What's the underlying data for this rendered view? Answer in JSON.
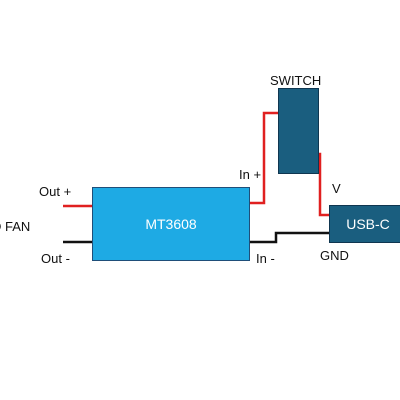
{
  "colors": {
    "mt3608_fill": "#1eaae4",
    "switch_fill": "#1a5e7f",
    "usbc_fill": "#1a5e7f",
    "wire_positive": "#e02020",
    "wire_ground": "#111111"
  },
  "blocks": {
    "mt3608": "MT3608",
    "switch": "SWITCH",
    "usbc": "USB-C"
  },
  "labels": {
    "fan": "D FAN",
    "out_plus": "Out +",
    "out_minus": "Out -",
    "in_plus": "In +",
    "in_minus": "In -",
    "v": "V",
    "gnd": "GND"
  }
}
